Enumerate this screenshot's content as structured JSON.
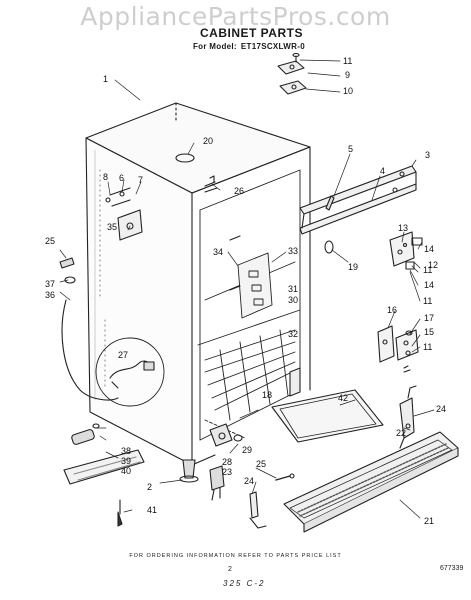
{
  "watermark": "AppliancePartsPros.com",
  "title": "CABINET PARTS",
  "model": {
    "prefix": "For Model:",
    "number": "ET17SCXLWR-0"
  },
  "callouts": [
    "1",
    "2",
    "3",
    "4",
    "5",
    "6",
    "7",
    "8",
    "9",
    "10",
    "11",
    "11",
    "11",
    "11",
    "12",
    "13",
    "14",
    "14",
    "15",
    "16",
    "17",
    "18",
    "19",
    "20",
    "21",
    "22",
    "23",
    "24",
    "24",
    "25",
    "25",
    "26",
    "27",
    "28",
    "29",
    "30",
    "31",
    "32",
    "33",
    "34",
    "35",
    "36",
    "37",
    "38",
    "39",
    "40",
    "41",
    "42"
  ],
  "footer": {
    "ordering_note": "FOR ORDERING INFORMATION REFER TO PARTS PRICE LIST",
    "page_number": "2",
    "drawing_number": "677339",
    "handwritten": "325 C-2"
  }
}
